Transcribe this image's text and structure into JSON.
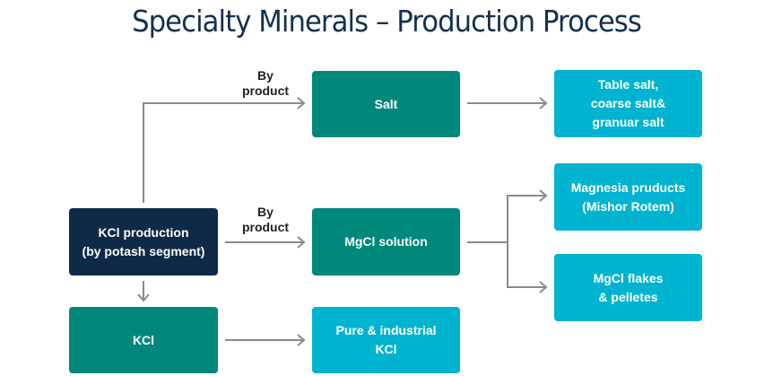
{
  "title": "Specialty Minerals – Production Process",
  "colors": {
    "source": "#0f2a47",
    "intermediate": "#00887a",
    "product": "#00b4d1",
    "connector": "#8a8a8a",
    "title": "#14304f"
  },
  "nodes": {
    "kcl_production": {
      "label": "KCl production\n(by potash segment)"
    },
    "salt": {
      "label": "Salt"
    },
    "mgcl_solution": {
      "label": "MgCl solution"
    },
    "kcl": {
      "label": "KCl"
    },
    "salt_products": {
      "label": "Table salt,\ncoarse salt&\ngranuar salt"
    },
    "magnesia_products": {
      "label": "Magnesia pruducts\n(Mishor Rotem)"
    },
    "mgcl_flakes": {
      "label": "MgCl flakes\n& pelletes"
    },
    "pure_kcl": {
      "label": "Pure & industrial\nKCl"
    }
  },
  "edge_labels": {
    "to_salt": "By\nproduct",
    "to_mgcl": "By\nproduct"
  },
  "edges": [
    {
      "from": "kcl_production",
      "to": "salt",
      "label": "By product"
    },
    {
      "from": "kcl_production",
      "to": "mgcl_solution",
      "label": "By product"
    },
    {
      "from": "kcl_production",
      "to": "kcl"
    },
    {
      "from": "salt",
      "to": "salt_products"
    },
    {
      "from": "mgcl_solution",
      "to": "magnesia_products"
    },
    {
      "from": "mgcl_solution",
      "to": "mgcl_flakes"
    },
    {
      "from": "kcl",
      "to": "pure_kcl"
    }
  ]
}
